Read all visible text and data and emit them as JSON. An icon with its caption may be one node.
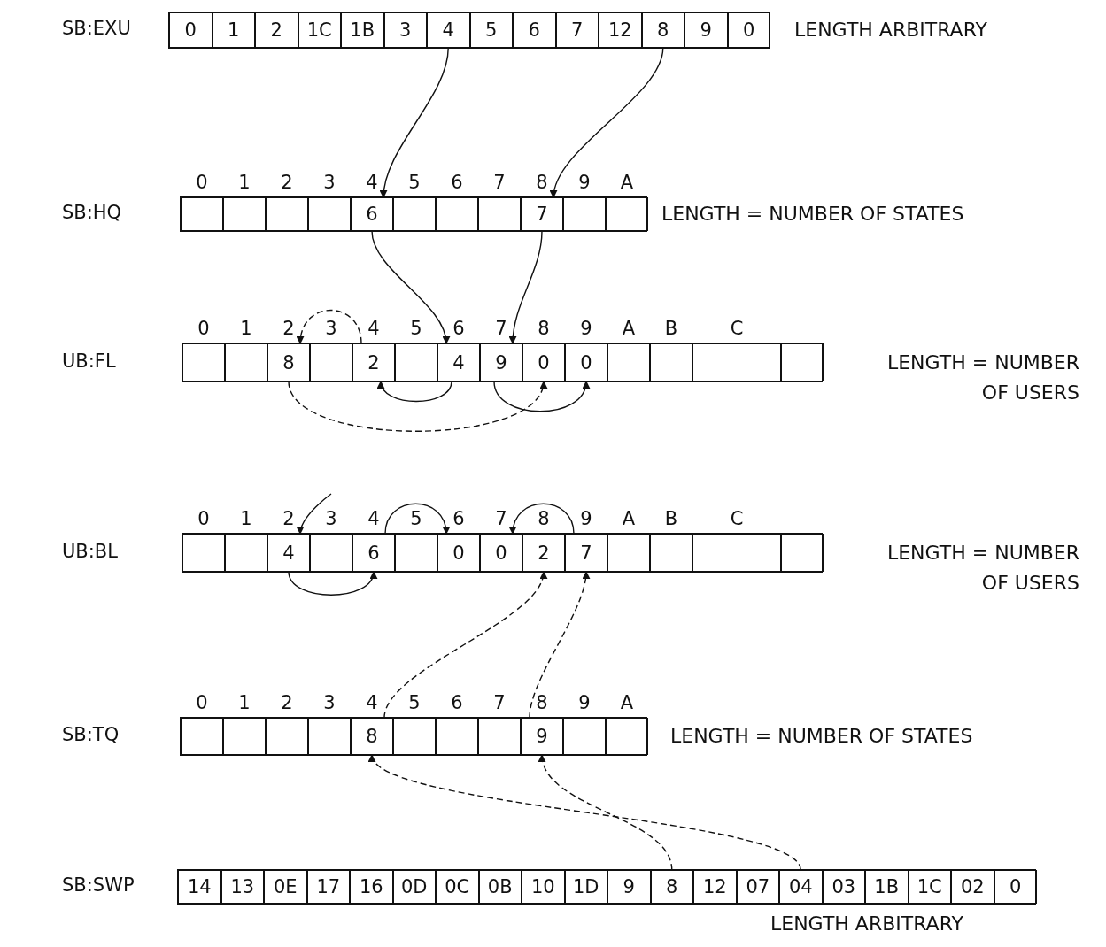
{
  "diagram": {
    "nodes": [
      {
        "text": [
          "SB:EXU"
        ],
        "beside": [
          "LENGTH ARBITRARY"
        ]
      },
      {
        "text": [
          "0"
        ],
        "in": 0
      },
      {
        "text": [
          "1"
        ],
        "in": 0
      },
      {
        "text": [
          "2"
        ],
        "in": 0
      },
      {
        "text": [
          "1C"
        ],
        "in": 0
      },
      {
        "text": [
          "1B"
        ],
        "in": 0
      },
      {
        "text": [
          "3"
        ],
        "in": 0
      },
      {
        "text": [
          "4"
        ],
        "in": 0
      },
      {
        "text": [
          "5"
        ],
        "in": 0
      },
      {
        "text": [
          "6"
        ],
        "in": 0
      },
      {
        "text": [
          "7"
        ],
        "in": 0
      },
      {
        "text": [
          "12"
        ],
        "in": 0
      },
      {
        "text": [
          "8"
        ],
        "in": 0
      },
      {
        "text": [
          "9"
        ],
        "in": 0
      },
      {
        "text": [
          "0"
        ],
        "in": 0
      },
      {
        "text": [
          "SB:HQ"
        ],
        "beside": [
          "LENGTH = NUMBER OF STATES"
        ]
      },
      {
        "text": [],
        "shape": "box",
        "in": 15,
        "beside": [
          "0"
        ]
      },
      {
        "text": [],
        "shape": "box",
        "in": 15,
        "beside": [
          "1"
        ]
      },
      {
        "text": [],
        "shape": "box",
        "in": 15,
        "beside": [
          "2"
        ]
      },
      {
        "text": [],
        "shape": "box",
        "in": 15,
        "beside": [
          "3"
        ]
      },
      {
        "text": [
          "6"
        ],
        "in": 15,
        "beside": [
          "4"
        ]
      },
      {
        "text": [],
        "shape": "box",
        "in": 15,
        "beside": [
          "5"
        ]
      },
      {
        "text": [],
        "shape": "box",
        "in": 15,
        "beside": [
          "6"
        ]
      },
      {
        "text": [],
        "shape": "box",
        "in": 15,
        "beside": [
          "7"
        ]
      },
      {
        "text": [
          "7"
        ],
        "in": 15,
        "beside": [
          "8"
        ]
      },
      {
        "text": [],
        "shape": "box",
        "in": 15,
        "beside": [
          "9"
        ]
      },
      {
        "text": [],
        "shape": "box",
        "in": 15,
        "beside": [
          "A"
        ]
      },
      {
        "text": [
          "UB:FL"
        ],
        "beside": [
          "LENGTH = NUMBER OF USERS"
        ]
      },
      {
        "text": [],
        "shape": "box",
        "in": 27,
        "beside": [
          "0"
        ]
      },
      {
        "text": [],
        "shape": "box",
        "in": 27,
        "beside": [
          "1"
        ]
      },
      {
        "text": [
          "8"
        ],
        "in": 27,
        "beside": [
          "2"
        ]
      },
      {
        "text": [],
        "shape": "box",
        "in": 27,
        "beside": [
          "3"
        ]
      },
      {
        "text": [
          "2"
        ],
        "in": 27,
        "beside": [
          "4"
        ]
      },
      {
        "text": [],
        "shape": "box",
        "in": 27,
        "beside": [
          "5"
        ]
      },
      {
        "text": [
          "4"
        ],
        "in": 27,
        "beside": [
          "6"
        ]
      },
      {
        "text": [
          "9"
        ],
        "in": 27,
        "beside": [
          "7"
        ]
      },
      {
        "text": [
          "0"
        ],
        "in": 27,
        "beside": [
          "8"
        ]
      },
      {
        "text": [
          "0"
        ],
        "in": 27,
        "beside": [
          "9"
        ]
      },
      {
        "text": [],
        "shape": "box",
        "in": 27,
        "beside": [
          "A"
        ]
      },
      {
        "text": [],
        "shape": "box",
        "in": 27,
        "beside": [
          "B"
        ]
      },
      {
        "text": [],
        "shape": "box",
        "in": 27,
        "beside": [
          "C"
        ]
      },
      {
        "text": [],
        "shape": "box",
        "in": 27
      },
      {
        "text": [
          "UB:BL"
        ],
        "beside": [
          "LENGTH = NUMBER OF USERS"
        ]
      },
      {
        "text": [],
        "shape": "box",
        "in": 42,
        "beside": [
          "0"
        ]
      },
      {
        "text": [],
        "shape": "box",
        "in": 42,
        "beside": [
          "1"
        ]
      },
      {
        "text": [
          "4"
        ],
        "in": 42,
        "beside": [
          "2"
        ]
      },
      {
        "text": [],
        "shape": "box",
        "in": 42,
        "beside": [
          "3"
        ]
      },
      {
        "text": [
          "6"
        ],
        "in": 42,
        "beside": [
          "4"
        ]
      },
      {
        "text": [],
        "shape": "box",
        "in": 42,
        "beside": [
          "5"
        ]
      },
      {
        "text": [
          "0"
        ],
        "in": 42,
        "beside": [
          "6"
        ]
      },
      {
        "text": [
          "0"
        ],
        "in": 42,
        "beside": [
          "7"
        ]
      },
      {
        "text": [
          "2"
        ],
        "in": 42,
        "beside": [
          "8"
        ]
      },
      {
        "text": [
          "7"
        ],
        "in": 42,
        "beside": [
          "9"
        ]
      },
      {
        "text": [],
        "shape": "box",
        "in": 42,
        "beside": [
          "A"
        ]
      },
      {
        "text": [],
        "shape": "box",
        "in": 42,
        "beside": [
          "B"
        ]
      },
      {
        "text": [],
        "shape": "box",
        "in": 42,
        "beside": [
          "C"
        ]
      },
      {
        "text": [],
        "shape": "box",
        "in": 42
      },
      {
        "text": [
          "SB:TQ"
        ],
        "beside": [
          "LENGTH = NUMBER OF STATES"
        ]
      },
      {
        "text": [],
        "shape": "box",
        "in": 57,
        "beside": [
          "0"
        ]
      },
      {
        "text": [],
        "shape": "box",
        "in": 57,
        "beside": [
          "1"
        ]
      },
      {
        "text": [],
        "shape": "box",
        "in": 57,
        "beside": [
          "2"
        ]
      },
      {
        "text": [],
        "shape": "box",
        "in": 57,
        "beside": [
          "3"
        ]
      },
      {
        "text": [
          "8"
        ],
        "in": 57,
        "beside": [
          "4"
        ]
      },
      {
        "text": [],
        "shape": "box",
        "in": 57,
        "beside": [
          "5"
        ]
      },
      {
        "text": [],
        "shape": "box",
        "in": 57,
        "beside": [
          "6"
        ]
      },
      {
        "text": [],
        "shape": "box",
        "in": 57,
        "beside": [
          "7"
        ]
      },
      {
        "text": [
          "9"
        ],
        "in": 57,
        "beside": [
          "8"
        ]
      },
      {
        "text": [],
        "shape": "box",
        "in": 57,
        "beside": [
          "9"
        ]
      },
      {
        "text": [],
        "shape": "box",
        "in": 57,
        "beside": [
          "A"
        ]
      },
      {
        "text": [
          "SB:SWP"
        ],
        "beside": [
          "LENGTH ARBITRARY"
        ]
      },
      {
        "text": [
          "14"
        ],
        "in": 69
      },
      {
        "text": [
          "13"
        ],
        "in": 69
      },
      {
        "text": [
          "0E"
        ],
        "in": 69
      },
      {
        "text": [
          "17"
        ],
        "in": 69
      },
      {
        "text": [
          "16"
        ],
        "in": 69
      },
      {
        "text": [
          "0D"
        ],
        "in": 69
      },
      {
        "text": [
          "0C"
        ],
        "in": 69
      },
      {
        "text": [
          "0B"
        ],
        "in": 69
      },
      {
        "text": [
          "10"
        ],
        "in": 69
      },
      {
        "text": [
          "1D"
        ],
        "in": 69
      },
      {
        "text": [
          "9"
        ],
        "in": 69
      },
      {
        "text": [
          "8"
        ],
        "in": 69
      },
      {
        "text": [
          "12"
        ],
        "in": 69
      },
      {
        "text": [
          "07"
        ],
        "in": 69
      },
      {
        "text": [
          "04"
        ],
        "in": 69
      },
      {
        "text": [
          "03"
        ],
        "in": 69
      },
      {
        "text": [
          "1B"
        ],
        "in": 69
      },
      {
        "text": [
          "1C"
        ],
        "in": 69
      },
      {
        "text": [
          "02"
        ],
        "in": 69
      },
      {
        "text": [
          "0"
        ],
        "in": 69
      }
    ],
    "edges": [
      {
        "from": 7,
        "to": 20,
        "arrow": "to"
      },
      {
        "from": 12,
        "to": 24,
        "arrow": "to"
      },
      {
        "from": 20,
        "to": 34,
        "arrow": "to"
      },
      {
        "from": 24,
        "to": 35,
        "arrow": "to"
      },
      {
        "from": 32,
        "to": 30,
        "arrow": "to",
        "style": "dashed"
      },
      {
        "from": 34,
        "to": 32,
        "arrow": "to"
      },
      {
        "from": 30,
        "to": 36,
        "arrow": "to",
        "style": "dashed"
      },
      {
        "from": 35,
        "to": 37,
        "arrow": "to"
      },
      {
        "from": null,
        "to": 45,
        "arrow": "to"
      },
      {
        "from": 47,
        "to": 49,
        "arrow": "to"
      },
      {
        "from": 52,
        "to": 50,
        "arrow": "to"
      },
      {
        "from": 45,
        "to": 47,
        "arrow": "to"
      },
      {
        "from": 62,
        "to": 51,
        "arrow": "to",
        "style": "dashed"
      },
      {
        "from": 66,
        "to": 52,
        "arrow": "to",
        "style": "dashed"
      },
      {
        "from": 81,
        "to": 66,
        "arrow": "to",
        "style": "dashed"
      },
      {
        "from": 84,
        "to": 62,
        "arrow": "to",
        "style": "dashed"
      }
    ]
  }
}
